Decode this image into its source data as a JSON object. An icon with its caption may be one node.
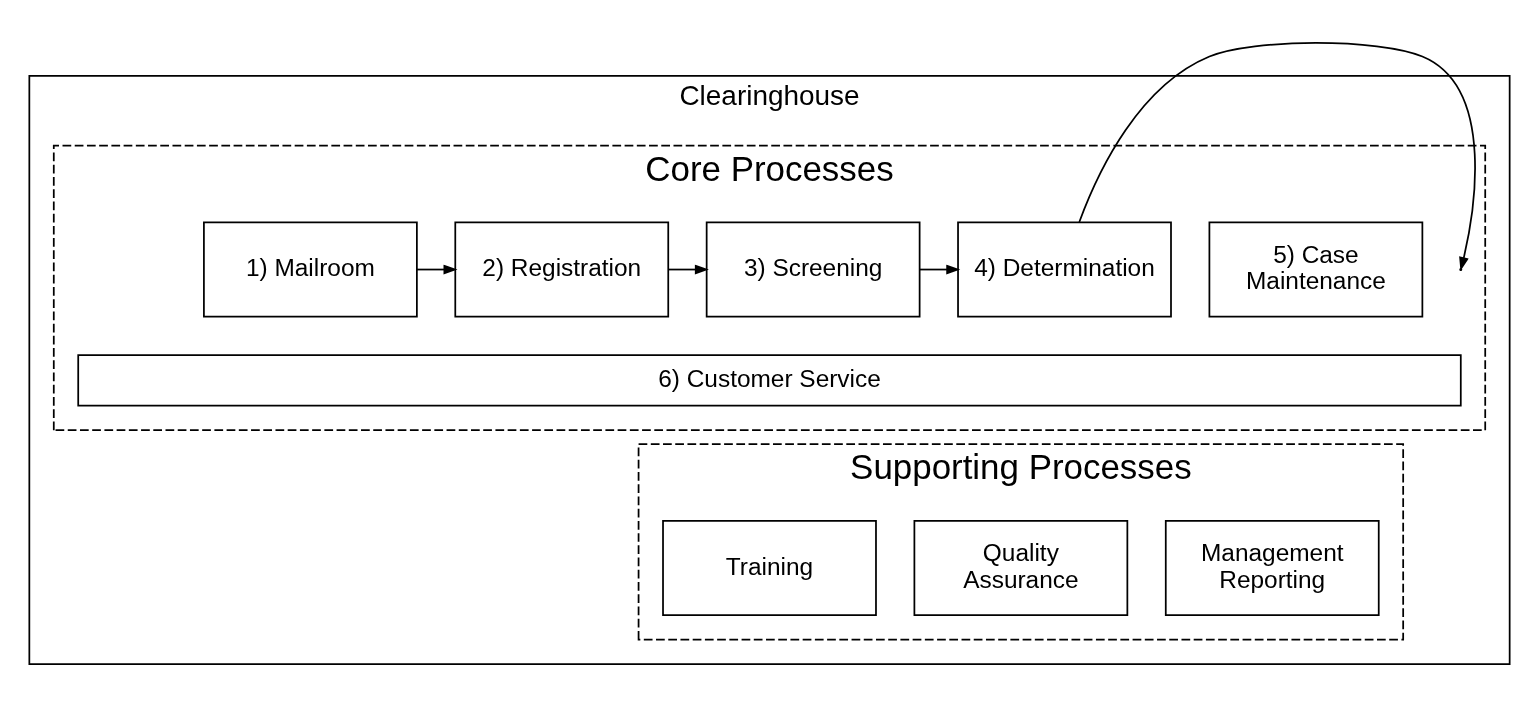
{
  "diagram": {
    "nodes": [
      {
        "text": [
          "Clearinghouse"
        ]
      },
      {
        "text": [
          "Core Processes"
        ],
        "in": 0
      },
      {
        "text": [
          "1) Mailroom"
        ],
        "in": 1
      },
      {
        "text": [
          "2) Registration"
        ],
        "in": 1
      },
      {
        "text": [
          "3) Screening"
        ],
        "in": 1
      },
      {
        "text": [
          "4) Determination"
        ],
        "in": 1
      },
      {
        "text": [
          "5) Case Maintenance"
        ],
        "in": 1
      },
      {
        "text": [
          "6) Customer Service"
        ],
        "in": 1
      },
      {
        "text": [
          "Supporting Processes"
        ],
        "in": 0
      },
      {
        "text": [
          "Training"
        ],
        "in": 8
      },
      {
        "text": [
          "Quality Assurance"
        ],
        "in": 8
      },
      {
        "text": [
          "Management Reporting"
        ],
        "in": 8
      }
    ],
    "edges": [
      {
        "from": 2,
        "to": 3,
        "arrow": "to"
      },
      {
        "from": 3,
        "to": 4,
        "arrow": "to"
      },
      {
        "from": 4,
        "to": 5,
        "arrow": "to"
      },
      {
        "from": 5,
        "to": null,
        "arrow": "to"
      }
    ]
  }
}
